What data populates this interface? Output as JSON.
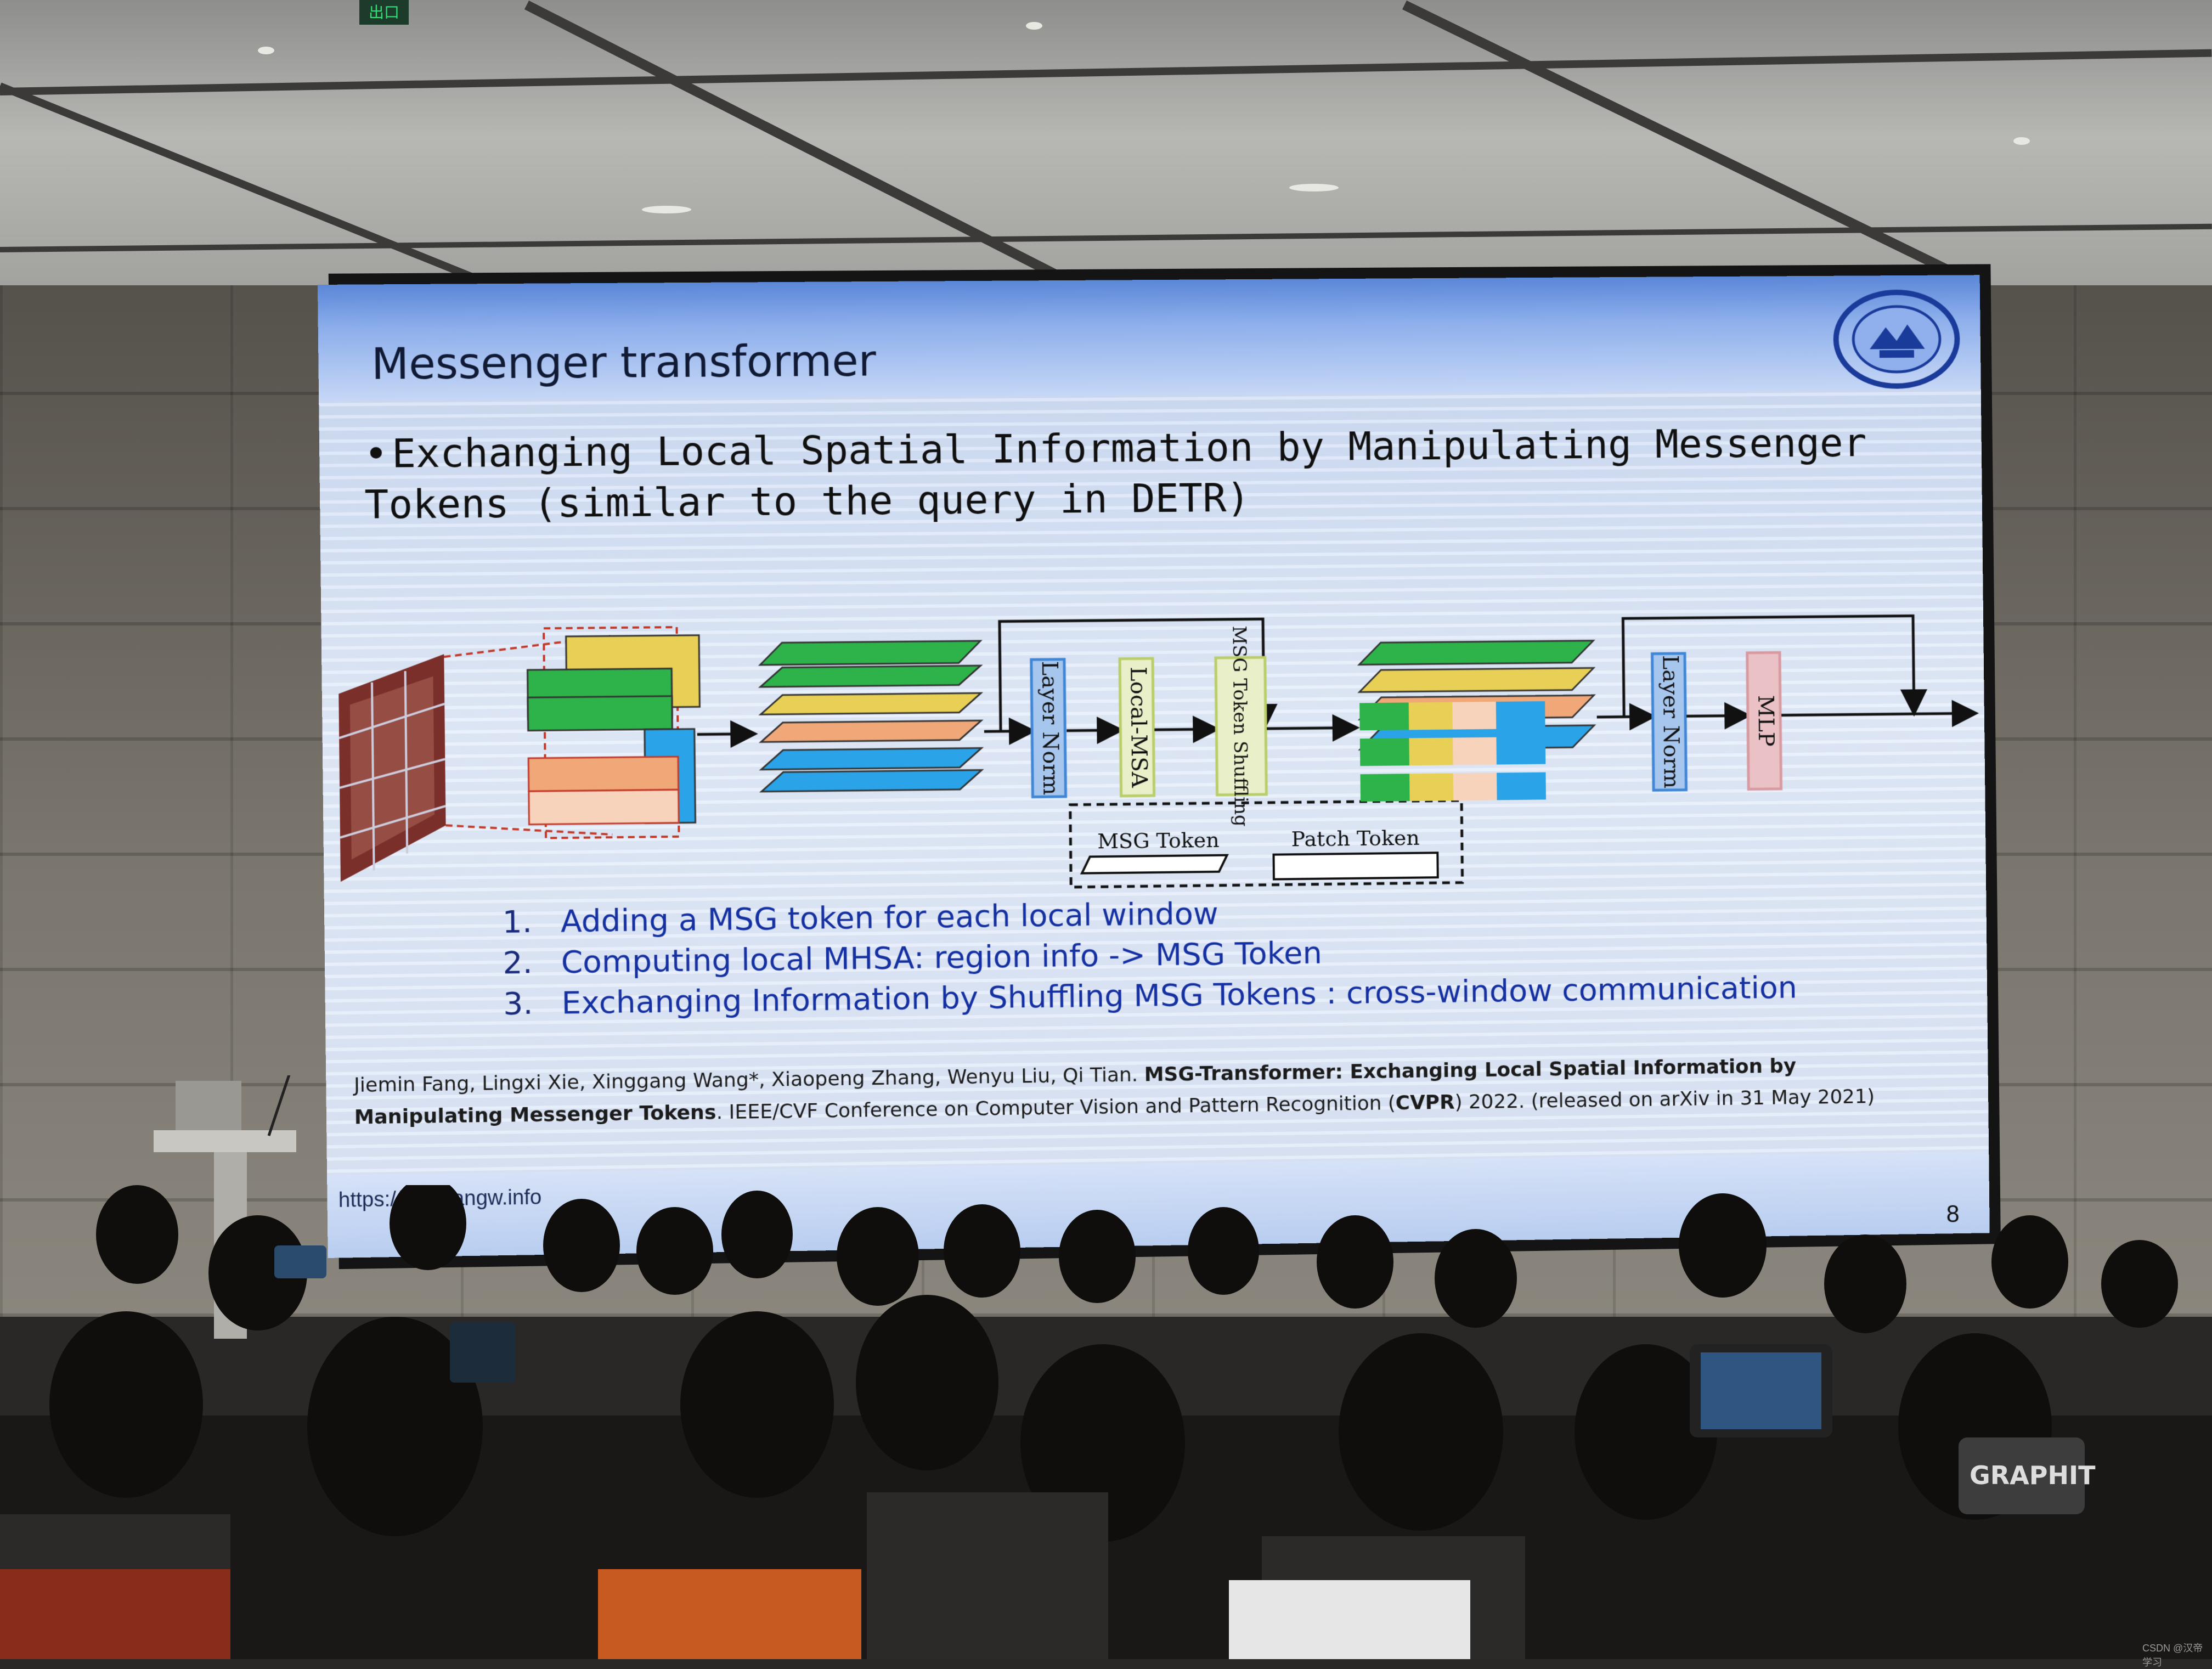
{
  "slide": {
    "title": "Messenger transformer",
    "bullet": "Exchanging Local Spatial Information by Manipulating Messenger Tokens  (similar to the query in DETR)",
    "diagram": {
      "boxes": {
        "layer_norm_1": "Layer Norm",
        "local_msa": "Local-MSA",
        "msg_shuffle": "MSG Token Shuffling",
        "layer_norm_2": "Layer Norm",
        "mlp": "MLP"
      },
      "legend": {
        "msg_token": "MSG Token",
        "patch_token": "Patch Token"
      }
    },
    "steps": [
      {
        "num": "1.",
        "text": "Adding a MSG token for each local window"
      },
      {
        "num": "2.",
        "text": "Computing local MHSA: region info -> MSG Token"
      },
      {
        "num": "3.",
        "text": "Exchanging Information by Shuffling MSG Tokens : cross-window communication"
      }
    ],
    "citation": {
      "authors": "Jiemin Fang, Lingxi Xie, Xinggang Wang*, Xiaopeng Zhang, Wenyu Liu, Qi Tian.",
      "paper_title": "MSG-Transformer: Exchanging Local Spatial Information by Manipulating Messenger Tokens",
      "venue_pre": ". IEEE/CVF Conference on Computer Vision and Pattern Recognition (",
      "venue_abbr": "CVPR",
      "venue_post": ") 2022. (released on arXiv in 31 May 2021)"
    },
    "url": "https://xinggangw.info",
    "page_number": "8"
  },
  "scene": {
    "sign_text": "出口",
    "shirt_text": "GRAPHIT",
    "watermark": "CSDN @汉帝学习"
  },
  "colors": {
    "green": "#2db34a",
    "yellow": "#e8cf55",
    "orange": "#f0a878",
    "blue": "#2aa3e8",
    "box_blue": "#3f86d6",
    "box_green": "#b9cd68",
    "box_pink": "#d89aa0"
  }
}
